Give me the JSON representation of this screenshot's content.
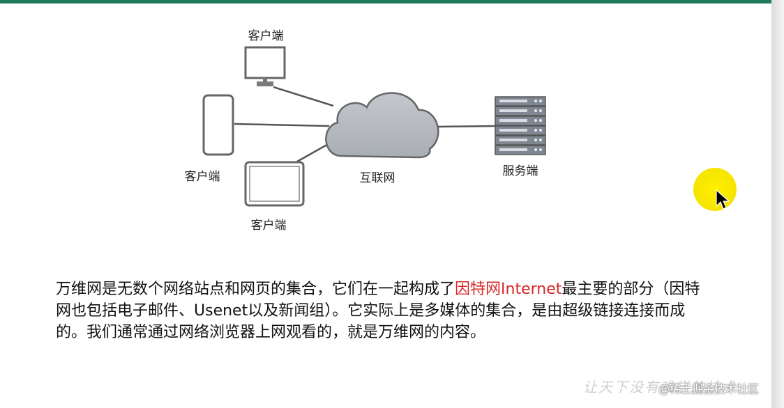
{
  "diagram": {
    "nodes": {
      "client_top": "客户端",
      "client_left": "客户端",
      "client_bottom": "客户端",
      "internet": "互联网",
      "server": "服务端"
    }
  },
  "paragraph": {
    "part1": "万维网是无数个网络站点和网页的集合，它们在一起构成了",
    "highlight": "因特网Internet",
    "part2": "最主要的部分（因特网也包括电子邮件、Usenet以及新闻组）。它实际上是多媒体的集合，是由超级链接连接而成的。我们通常通过网络浏览器上网观看的，就是万维网的内容。"
  },
  "colors": {
    "highlight": "#d62828",
    "accent_line": "#1f7a5a",
    "pointer": "#f7e600"
  },
  "watermark": {
    "signature": "让天下没有难学的技术",
    "site": "@稀土掘金技术社区"
  }
}
